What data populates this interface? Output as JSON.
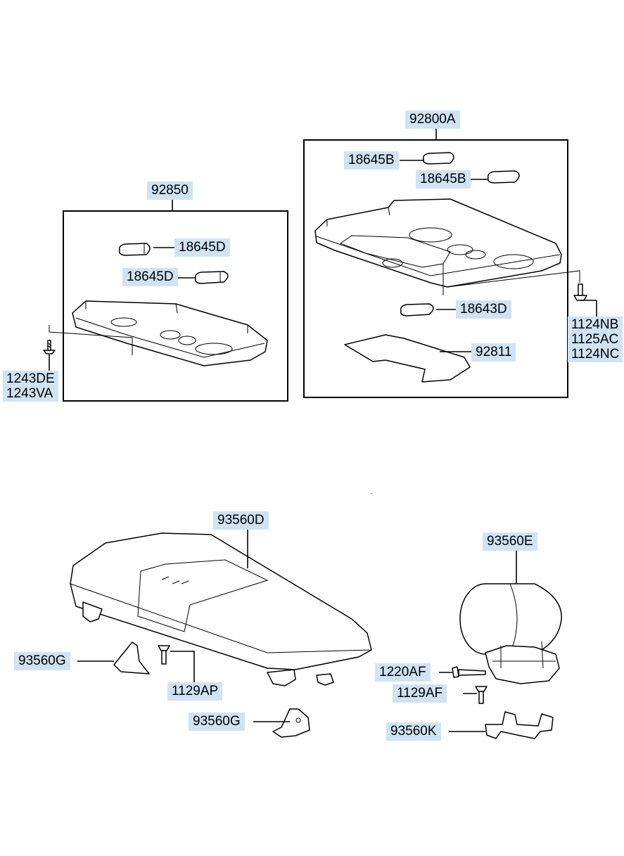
{
  "parts": {
    "p92850": "92850",
    "p18645D_a": "18645D",
    "p18645D_b": "18645D",
    "p1243DE": "1243DE",
    "p1243VA": "1243VA",
    "p92800A": "92800A",
    "p18645B_a": "18645B",
    "p18645B_b": "18645B",
    "p18643D": "18643D",
    "p92811": "92811",
    "p1124NB": "1124NB",
    "p1125AC": "1125AC",
    "p1124NC": "1124NC",
    "p93560D": "93560D",
    "p93560E": "93560E",
    "p93560G_a": "93560G",
    "p93560G_b": "93560G",
    "p1129AP": "1129AP",
    "p1220AF": "1220AF",
    "p1129AF": "1129AF",
    "p93560K": "93560K"
  },
  "colors": {
    "label_bg": "#cfe3f3",
    "line": "#000000"
  }
}
